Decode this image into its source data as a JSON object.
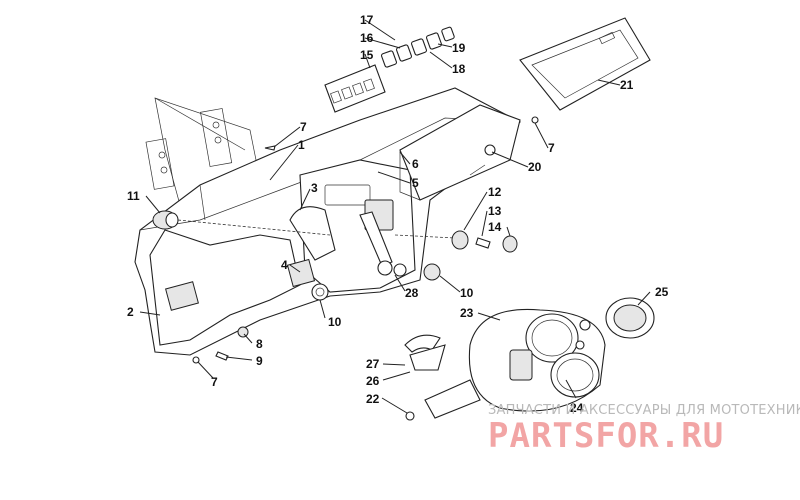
{
  "diagram": {
    "callouts": [
      {
        "id": "c17",
        "text": "17"
      },
      {
        "id": "c16",
        "text": "16"
      },
      {
        "id": "c15",
        "text": "15"
      },
      {
        "id": "c19",
        "text": "19"
      },
      {
        "id": "c18",
        "text": "18"
      },
      {
        "id": "c21",
        "text": "21"
      },
      {
        "id": "c7a",
        "text": "7"
      },
      {
        "id": "c1",
        "text": "1"
      },
      {
        "id": "c7b",
        "text": "7"
      },
      {
        "id": "c6",
        "text": "6"
      },
      {
        "id": "c20",
        "text": "20"
      },
      {
        "id": "c5",
        "text": "5"
      },
      {
        "id": "c3",
        "text": "3"
      },
      {
        "id": "c11",
        "text": "11"
      },
      {
        "id": "c12",
        "text": "12"
      },
      {
        "id": "c13",
        "text": "13"
      },
      {
        "id": "c14",
        "text": "14"
      },
      {
        "id": "c4",
        "text": "4"
      },
      {
        "id": "c28",
        "text": "28"
      },
      {
        "id": "c10a",
        "text": "10"
      },
      {
        "id": "c2",
        "text": "2"
      },
      {
        "id": "c10b",
        "text": "10"
      },
      {
        "id": "c23",
        "text": "23"
      },
      {
        "id": "c25",
        "text": "25"
      },
      {
        "id": "c8",
        "text": "8"
      },
      {
        "id": "c9",
        "text": "9"
      },
      {
        "id": "c7c",
        "text": "7"
      },
      {
        "id": "c27",
        "text": "27"
      },
      {
        "id": "c26",
        "text": "26"
      },
      {
        "id": "c22",
        "text": "22"
      },
      {
        "id": "c24",
        "text": "24"
      }
    ]
  },
  "watermark": {
    "caption": "ЗАПЧАСТИ И АКСЕССУАРЫ ДЛЯ МОТОТЕХНИКИ",
    "logo": "PARTSFOR.RU"
  }
}
